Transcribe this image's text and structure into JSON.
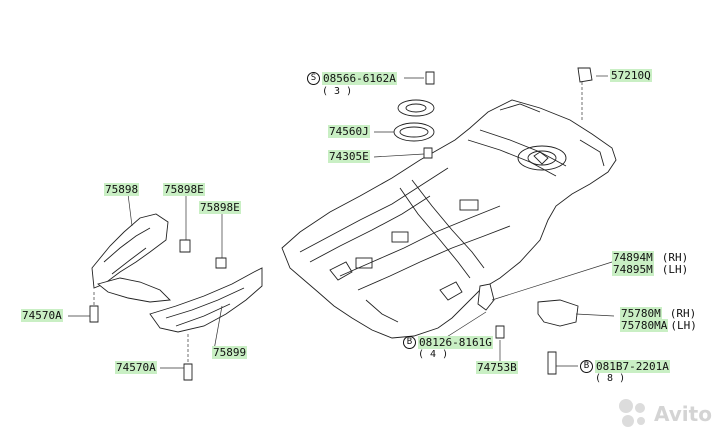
{
  "labels": {
    "p08566": {
      "circle": "S",
      "text": "08566-6162A",
      "qty": "( 3 )"
    },
    "p57210q": {
      "text": "57210Q"
    },
    "p74560j": {
      "text": "74560J"
    },
    "p74305e": {
      "text": "74305E"
    },
    "p75898": {
      "text": "75898"
    },
    "p75898e_a": {
      "text": "75898E"
    },
    "p75898e_b": {
      "text": "75898E"
    },
    "p74570a_a": {
      "text": "74570A"
    },
    "p74570a_b": {
      "text": "74570A"
    },
    "p75899": {
      "text": "75899"
    },
    "p74894m": {
      "text": "74894M",
      "side": "(RH)"
    },
    "p74895m": {
      "text": "74895M",
      "side": "(LH)"
    },
    "p08126": {
      "circle": "B",
      "text": "08126-8161G",
      "qty": "( 4 )"
    },
    "p74753b": {
      "text": "74753B"
    },
    "p75780m": {
      "text": "75780M",
      "side": "(RH)"
    },
    "p75780ma": {
      "text": "75780MA",
      "side": "(LH)"
    },
    "p081b7": {
      "circle": "B",
      "text": "081B7-2201A",
      "qty": "( 8 )"
    }
  },
  "watermark": {
    "text": "Avito"
  }
}
